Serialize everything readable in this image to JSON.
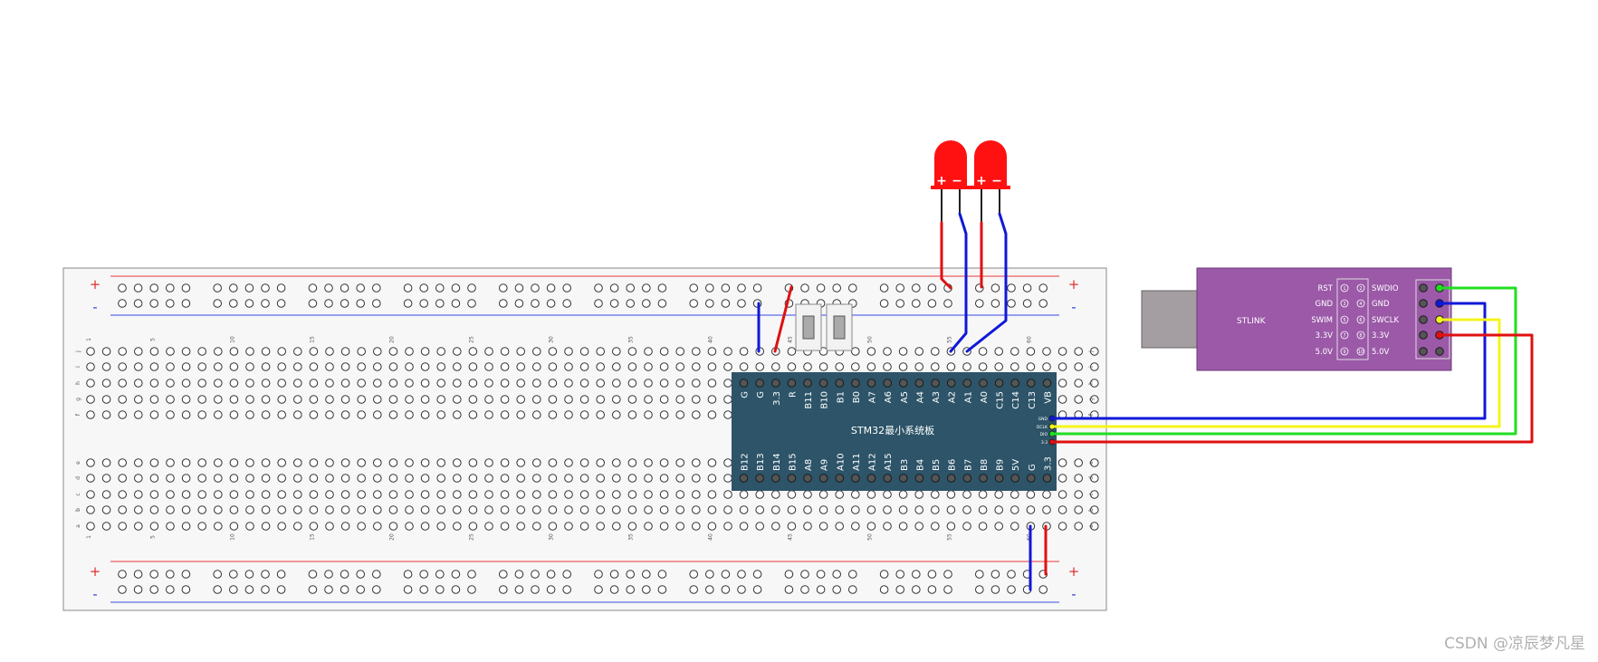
{
  "breadboard": {
    "rail_plus": "+",
    "rail_minus": "-",
    "column_numbers": [
      "1",
      "5",
      "10",
      "15",
      "20",
      "25",
      "30",
      "35",
      "40",
      "45",
      "50",
      "55",
      "60"
    ],
    "row_letters_top": [
      "j",
      "i",
      "h",
      "g",
      "f"
    ],
    "row_letters_bottom": [
      "e",
      "d",
      "c",
      "b",
      "a"
    ]
  },
  "stm32": {
    "title": "STM32最小系统板",
    "top_pins": [
      "G",
      "G",
      "3.3",
      "R",
      "B11",
      "B10",
      "B1",
      "B0",
      "A7",
      "A6",
      "A5",
      "A4",
      "A3",
      "A2",
      "A1",
      "A0",
      "C15",
      "C14",
      "C13",
      "VB"
    ],
    "bottom_pins": [
      "B12",
      "B13",
      "B14",
      "B15",
      "A8",
      "A9",
      "A10",
      "A11",
      "A12",
      "A15",
      "B3",
      "B4",
      "B5",
      "B6",
      "B7",
      "B8",
      "B9",
      "5V",
      "G",
      "3.3"
    ],
    "debug_pins": [
      "GND",
      "DCLK",
      "DIO",
      "3.3"
    ]
  },
  "stlink": {
    "label": "STLINK",
    "left_labels": [
      "RST",
      "GND",
      "SWIM",
      "3.3V",
      "5.0V"
    ],
    "right_labels": [
      "SWDIO",
      "GND",
      "SWCLK",
      "3.3V",
      "5.0V"
    ],
    "header_numbers": [
      "1",
      "2",
      "3",
      "4",
      "5",
      "6",
      "7",
      "8",
      "9",
      "10"
    ]
  },
  "led": {
    "plus": "+",
    "minus": "−",
    "color": "#ff1111"
  },
  "colors": {
    "gnd_wire": "#1018d8",
    "power_wire": "#e01010",
    "swdio_wire": "#22dd22",
    "swclk_wire": "#f4f41c",
    "board": "#2d5468",
    "stlink_body": "#9b59a8"
  },
  "watermark": "CSDN @凉辰梦凡星"
}
